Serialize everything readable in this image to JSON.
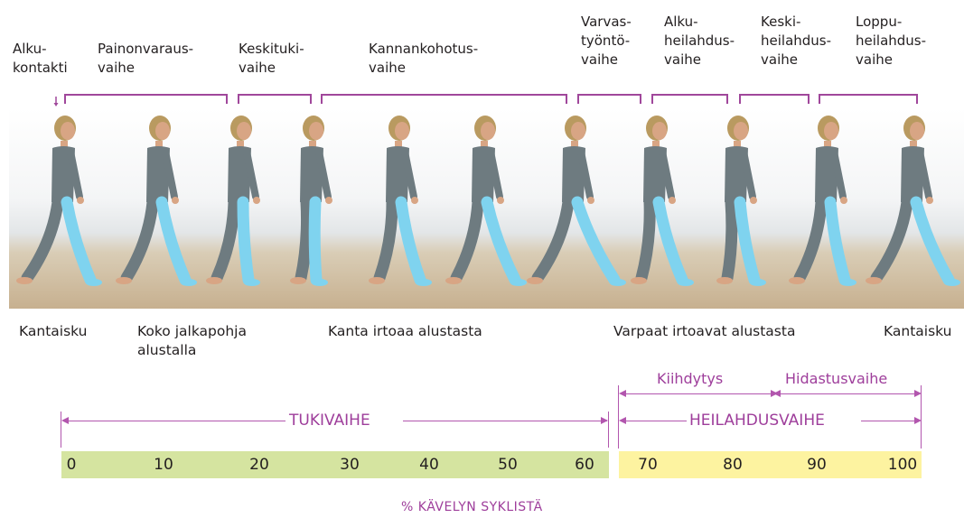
{
  "phases": [
    {
      "label": "Alku-\nkontakti"
    },
    {
      "label": "Painonvaraus-\nvaihe"
    },
    {
      "label": "Keskituki-\nvaihe"
    },
    {
      "label": "Kannankohotus-\nvaihe"
    },
    {
      "label": "Varvas-\ntyöntö-\nvaihe"
    },
    {
      "label": "Alku-\nheilahdus-\nvaihe"
    },
    {
      "label": "Keski-\nheilahdus-\nvaihe"
    },
    {
      "label": "Loppu-\nheilahdus-\nvaihe"
    }
  ],
  "events": [
    {
      "label": "Kantaisku"
    },
    {
      "label": "Koko jalkapohja\nalustalla"
    },
    {
      "label": "Kanta irtoaa alustasta"
    },
    {
      "label": "Varpaat irtoavat alustasta"
    },
    {
      "label": "Kantaisku"
    }
  ],
  "sub_phases": {
    "acceleration": "Kiihdytys",
    "deceleration": "Hidastusvaihe"
  },
  "stance_label": "TUKIVAIHE",
  "swing_label": "HEILAHDUSVAIHE",
  "axis_ticks": [
    "0",
    "10",
    "20",
    "30",
    "40",
    "50",
    "60",
    "70",
    "80",
    "90",
    "100"
  ],
  "axis_title": "% KÄVELYN SYKLISTÄ",
  "colors": {
    "stance_bar": "#d5e4a0",
    "swing_bar": "#fdf3a0",
    "accent": "#a0479b",
    "active_leg": "#7fd3ef",
    "body": "#6e7b80",
    "skin": "#d8a584",
    "hair": "#b99a60"
  }
}
